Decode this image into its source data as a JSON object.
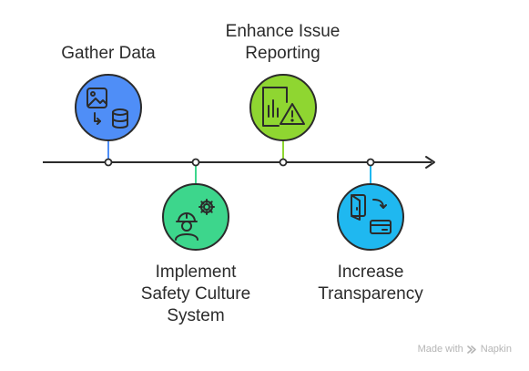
{
  "milestones": [
    {
      "label": "Gather Data",
      "color": "#4f8ef7",
      "icon": "image-to-database-icon",
      "position": "above"
    },
    {
      "label": "Implement\nSafety Culture\nSystem",
      "color": "#3dd68c",
      "icon": "worker-gear-icon",
      "position": "below"
    },
    {
      "label": "Enhance Issue\nReporting",
      "color": "#8fd631",
      "icon": "report-warning-icon",
      "position": "above"
    },
    {
      "label": "Increase\nTransparency",
      "color": "#1fb8f0",
      "icon": "door-to-card-icon",
      "position": "below"
    }
  ],
  "watermark": {
    "made_with": "Made with",
    "brand": "Napkin"
  }
}
